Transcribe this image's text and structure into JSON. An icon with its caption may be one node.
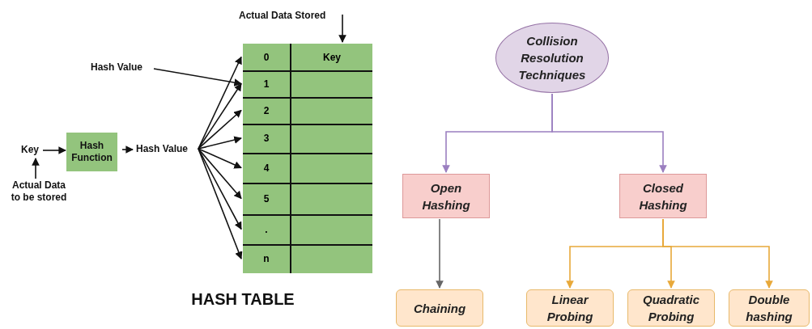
{
  "diagram": {
    "nodes": [
      {
        "text": [
          "Key"
        ]
      },
      {
        "text": [
          "Hash Function"
        ]
      },
      {
        "text": [
          "Hash Value"
        ]
      },
      {
        "text": [
          "Actual Data to be stored"
        ]
      },
      {
        "text": [
          "Hash Value"
        ]
      },
      {
        "text": [
          "Actual Data Stored"
        ]
      },
      {
        "text": [
          "HASH TABLE"
        ]
      },
      {
        "text": [
          "0"
        ],
        "in": 6
      },
      {
        "text": [
          "Key"
        ],
        "in": 6
      },
      {
        "text": [
          "1"
        ],
        "in": 6
      },
      {
        "text": [
          "2"
        ],
        "in": 6
      },
      {
        "text": [
          "3"
        ],
        "in": 6
      },
      {
        "text": [
          "4"
        ],
        "in": 6
      },
      {
        "text": [
          "5"
        ],
        "in": 6
      },
      {
        "text": [
          "."
        ],
        "in": 6
      },
      {
        "text": [
          "n"
        ],
        "in": 6
      },
      {
        "text": [
          "Collision Resolution Techniques"
        ]
      },
      {
        "text": [
          "Open Hashing"
        ]
      },
      {
        "text": [
          "Closed Hashing"
        ]
      },
      {
        "text": [
          "Chaining"
        ]
      },
      {
        "text": [
          "Linear Probing"
        ]
      },
      {
        "text": [
          "Quadratic Probing"
        ]
      },
      {
        "text": [
          "Double hashing"
        ]
      }
    ],
    "edges": [
      {
        "from": 3,
        "to": 0,
        "arrow": "to"
      },
      {
        "from": 0,
        "to": 1,
        "arrow": "to"
      },
      {
        "from": 1,
        "to": 2,
        "arrow": "to"
      },
      {
        "from": 2,
        "to": 7,
        "arrow": "to"
      },
      {
        "from": 2,
        "to": 9,
        "arrow": "to"
      },
      {
        "from": 2,
        "to": 10,
        "arrow": "to"
      },
      {
        "from": 2,
        "to": 11,
        "arrow": "to"
      },
      {
        "from": 2,
        "to": 12,
        "arrow": "to"
      },
      {
        "from": 2,
        "to": 13,
        "arrow": "to"
      },
      {
        "from": 2,
        "to": 14,
        "arrow": "to"
      },
      {
        "from": 2,
        "to": 15,
        "arrow": "to"
      },
      {
        "from": 4,
        "to": 9,
        "arrow": "to"
      },
      {
        "from": 5,
        "to": 8,
        "arrow": "to"
      },
      {
        "from": 16,
        "to": 17,
        "arrow": "to",
        "color": "#9b7fc0"
      },
      {
        "from": 16,
        "to": 18,
        "arrow": "to",
        "color": "#9b7fc0"
      },
      {
        "from": 17,
        "to": 19,
        "arrow": "to",
        "color": "#666666"
      },
      {
        "from": 18,
        "to": 20,
        "arrow": "to",
        "color": "#e8a93a"
      },
      {
        "from": 18,
        "to": 21,
        "arrow": "to",
        "color": "#e8a93a"
      },
      {
        "from": 18,
        "to": 22,
        "arrow": "to",
        "color": "#e8a93a"
      }
    ]
  }
}
